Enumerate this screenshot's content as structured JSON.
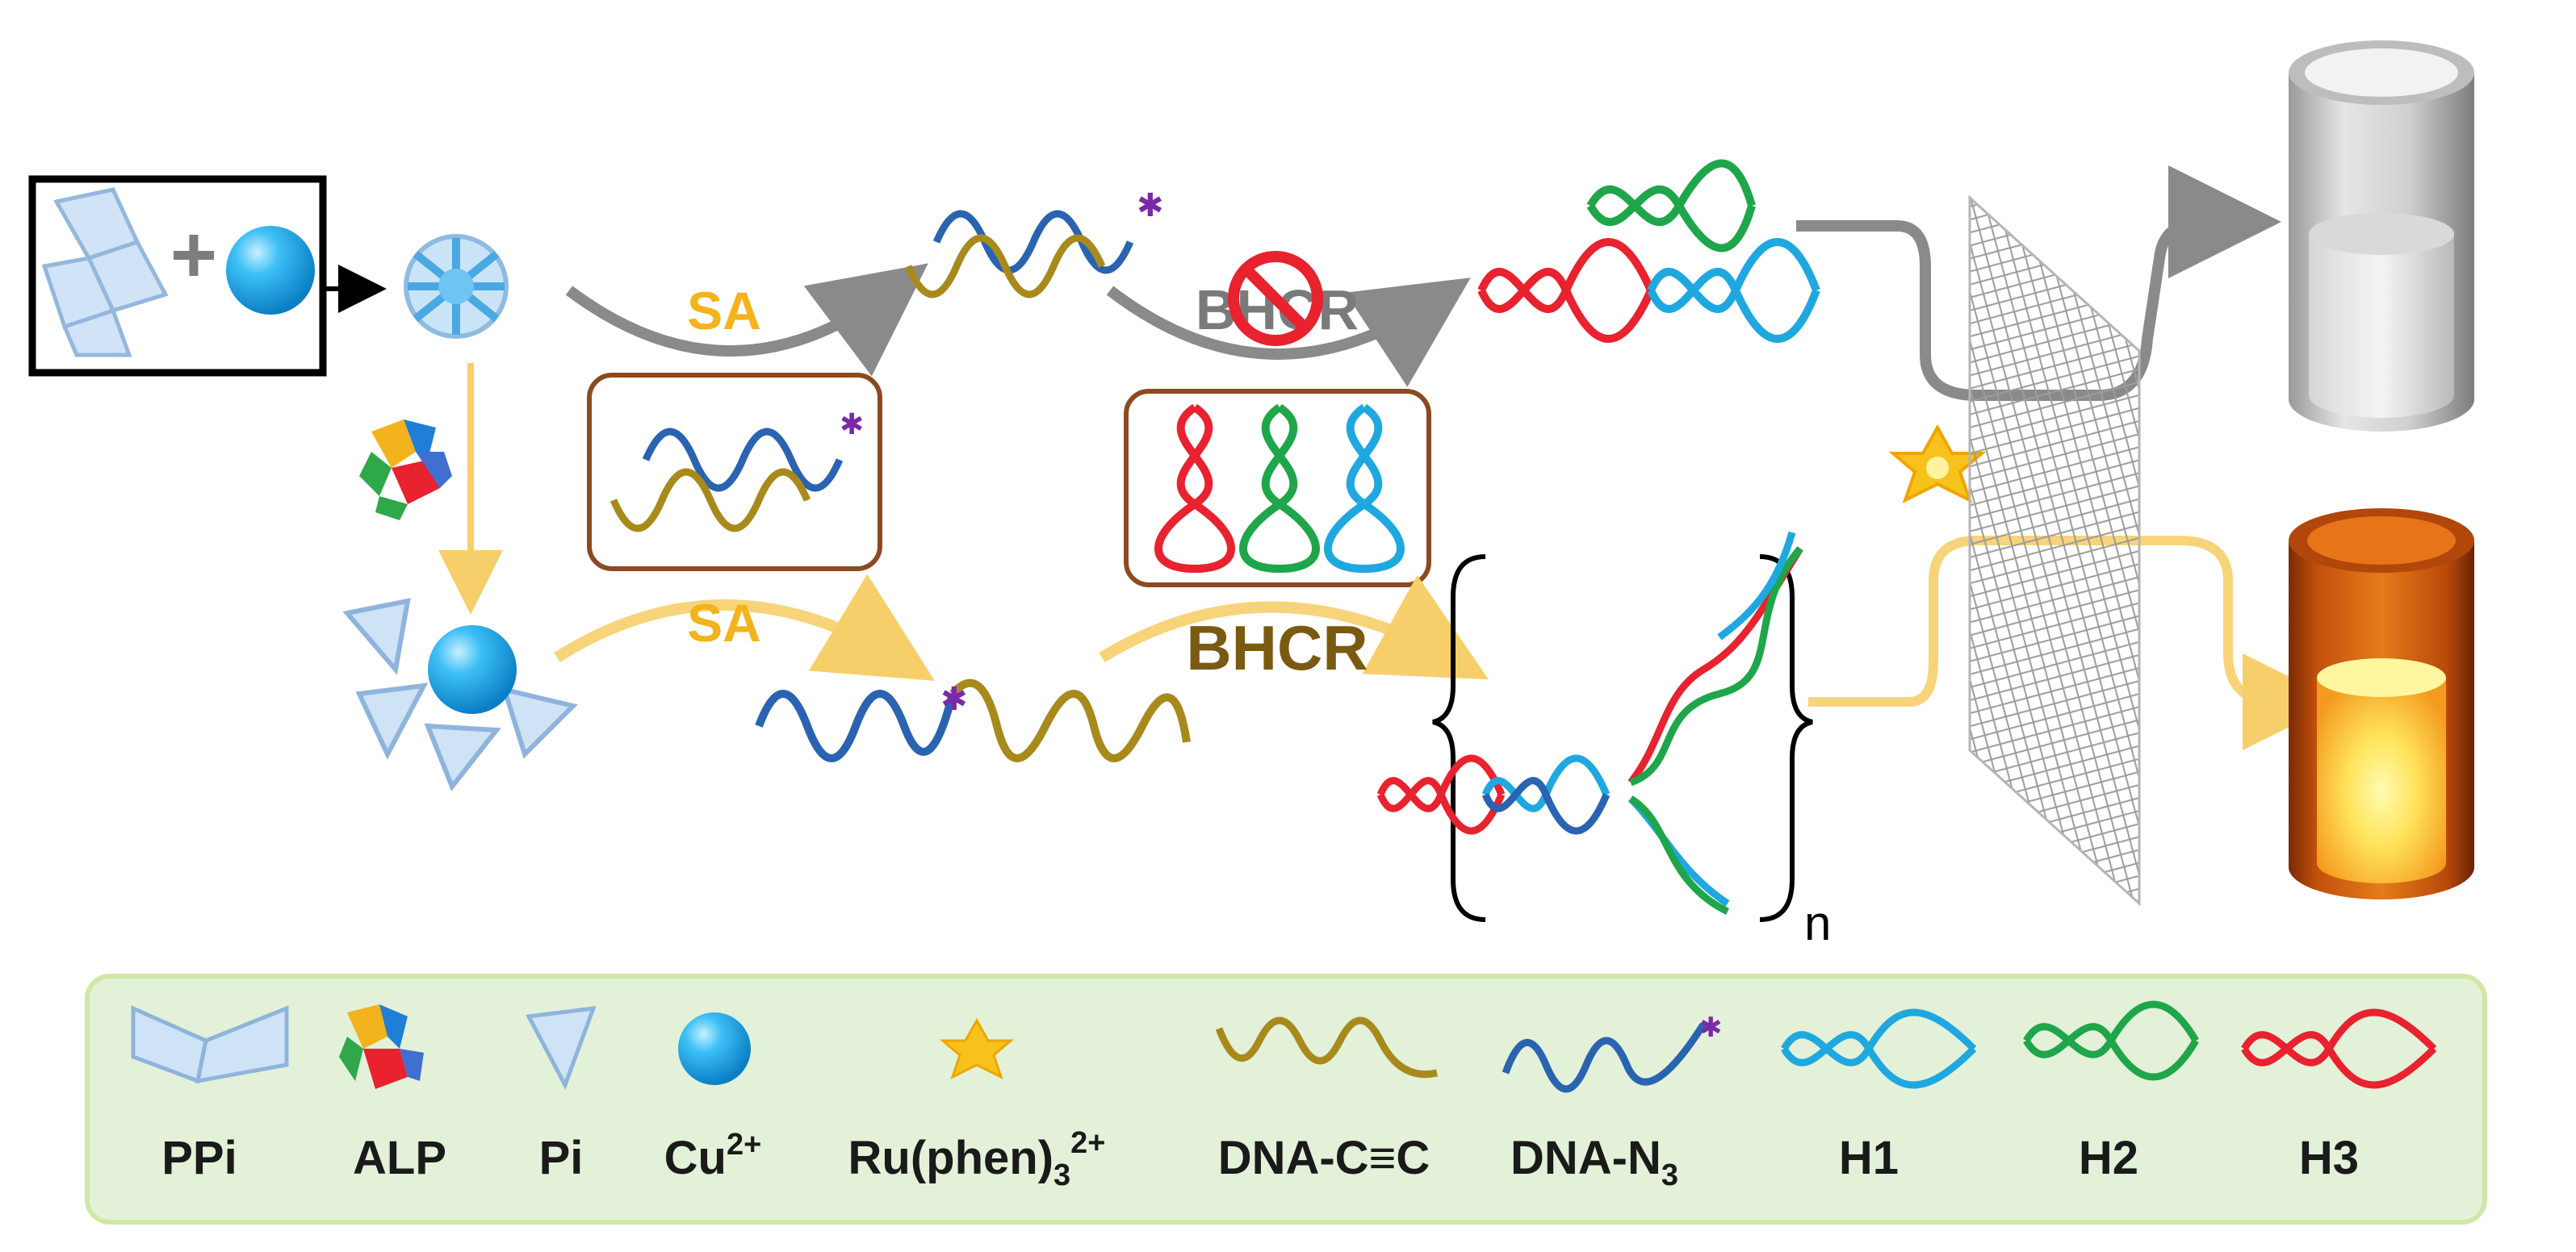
{
  "pathway": {
    "sa_top": "SA",
    "bhcr_top": "BHCR",
    "sa_bottom": "SA",
    "bhcr_bottom": "BHCR",
    "repeat_n": "n"
  },
  "legend": {
    "items": [
      {
        "key": "ppi",
        "label": "PPi"
      },
      {
        "key": "alp",
        "label": "ALP"
      },
      {
        "key": "pi",
        "label": "Pi"
      },
      {
        "key": "cu",
        "label": "Cu",
        "sup": "2+"
      },
      {
        "key": "ru",
        "label": "Ru(phen)",
        "sub": "3",
        "sup": "2+"
      },
      {
        "key": "dna_alkyne",
        "label": "DNA-C≡C"
      },
      {
        "key": "dna_azide",
        "label": "DNA-N",
        "sub": "3"
      },
      {
        "key": "h1",
        "label": "H1"
      },
      {
        "key": "h2",
        "label": "H2"
      },
      {
        "key": "h3",
        "label": "H3"
      }
    ]
  },
  "colors": {
    "h1": "#1fa8e0",
    "h2": "#1fa64a",
    "h3": "#e8222e",
    "dna_azide": "#2a63b0",
    "dna_alkyne": "#a88a1c",
    "sa_label": "#f2b31c",
    "bhcr_top_label": "#7a7a7a",
    "bhcr_bottom_label": "#7a5a10",
    "legend_bg": "#e3f1d9",
    "legend_border": "#cfe8a6",
    "box_border": "#8b4a1f",
    "gray_arrow": "#8a8a8a",
    "yellow_arrow": "#f7d47a"
  }
}
